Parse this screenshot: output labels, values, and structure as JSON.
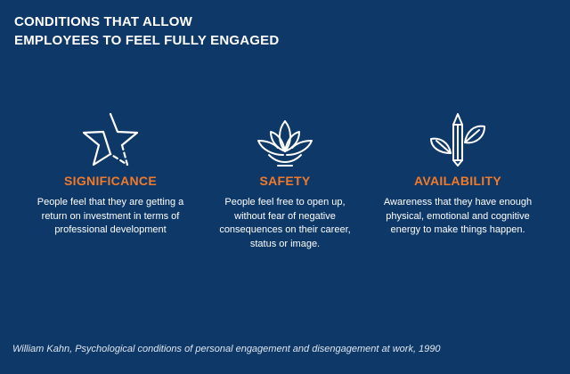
{
  "title": {
    "line1": "CONDITIONS THAT ALLOW",
    "line2": "EMPLOYEES TO FEEL FULLY ENGAGED"
  },
  "colors": {
    "background": "#0e3868",
    "accent": "#f07a2a",
    "text": "#ffffff"
  },
  "conditions": [
    {
      "icon": "star-icon",
      "heading": "SIGNIFICANCE",
      "description": "People feel that they are getting a return on investment in terms of professional development"
    },
    {
      "icon": "lotus-icon",
      "heading": "SAFETY",
      "description": "People feel  free to open up, without fear of negative consequences on their career, status or image."
    },
    {
      "icon": "pencil-leaves-icon",
      "heading": "AVAILABILITY",
      "description": "Awareness that they have enough physical, emotional and cognitive energy to make things happen."
    }
  ],
  "citation": "William Kahn, Psychological conditions of personal engagement and disengagement at work, 1990"
}
